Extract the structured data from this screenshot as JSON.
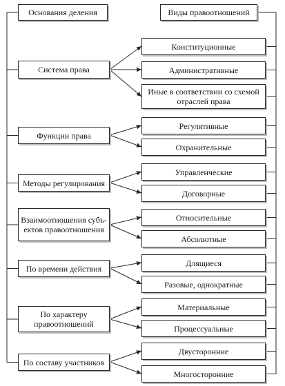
{
  "headers": {
    "left": "Основания деления",
    "right": "Виды правоотношений"
  },
  "groups": [
    {
      "basis": "Система права",
      "types": [
        "Конституционные",
        "Административные",
        "Иные в соответствии со схемой отраслей права"
      ]
    },
    {
      "basis": "Функции права",
      "types": [
        "Регулятивные",
        "Охранительные"
      ]
    },
    {
      "basis": "Методы регулирования",
      "types": [
        "Управленческие",
        "Договорные"
      ]
    },
    {
      "basis": "Взаимоотношения субъ-ектов правоотношения",
      "types": [
        "Относительные",
        "Абсолютные"
      ]
    },
    {
      "basis": "По времени действия",
      "types": [
        "Длящиеся",
        "Разовые, однократные"
      ]
    },
    {
      "basis": "По характеру правоотношений",
      "types": [
        "Материальные",
        "Процессуальные"
      ]
    },
    {
      "basis": "По составу участников",
      "types": [
        "Двусторонние",
        "Многосторонние"
      ]
    }
  ]
}
